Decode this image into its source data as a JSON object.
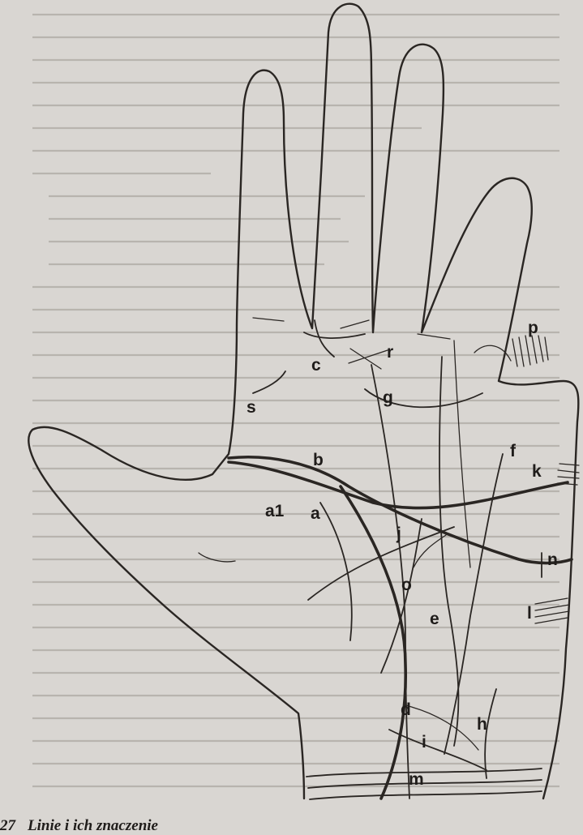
{
  "figure": {
    "caption_number": "27",
    "caption_text": "Linie i ich znaczenie"
  },
  "labels": {
    "a": "a",
    "a1": "a1",
    "b": "b",
    "c": "c",
    "d": "d",
    "e": "e",
    "f": "f",
    "g": "g",
    "h": "h",
    "i": "i",
    "j": "j",
    "k": "k",
    "l": "l",
    "m": "m",
    "n": "n",
    "o": "o",
    "p": "p",
    "r": "r",
    "s": "s"
  },
  "colors": {
    "ink": "#2a2623",
    "paper": "#d9d6d2"
  }
}
